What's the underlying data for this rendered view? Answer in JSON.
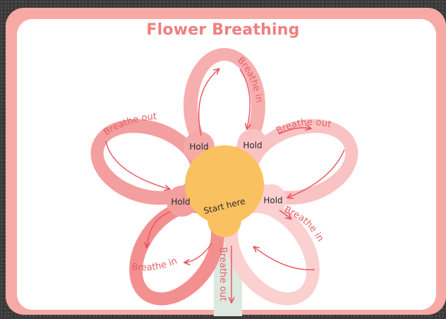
{
  "title": "Flower Breathing",
  "center_label": "Start here",
  "petals": {
    "top": "Breathe in",
    "upper_right": "Breathe out",
    "lower_right": "Breathe in",
    "stem": "Breathe out",
    "lower_left": "Breathe in",
    "upper_left": "Breathe out"
  },
  "holds": {
    "top_left": "Hold",
    "top_right": "Hold",
    "right": "Hold",
    "left": "Hold"
  },
  "colors": {
    "frame": "#f7a9a6",
    "title": "#ef7f7f",
    "petal_dark": "#f48f90",
    "petal_mid": "#f7aeae",
    "petal_light": "#fbd0d0",
    "center": "#f9c15f",
    "stem": "#dde9e0",
    "arrow": "#e8505a"
  }
}
